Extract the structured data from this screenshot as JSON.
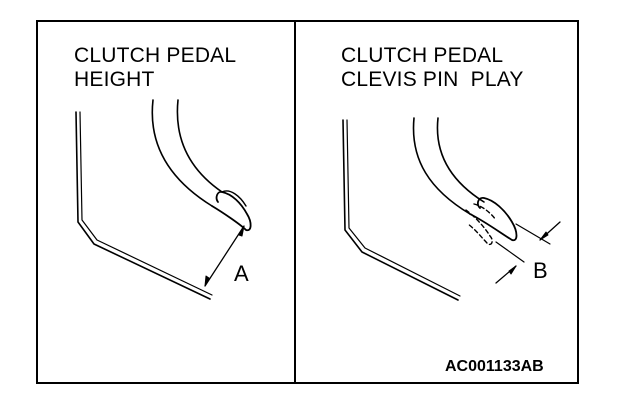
{
  "panels": {
    "left": {
      "title_line1": "CLUTCH PEDAL",
      "title_line2": "HEIGHT",
      "callout": "A"
    },
    "right": {
      "title_line1": "CLUTCH PEDAL",
      "title_line2": "CLEVIS PIN  PLAY",
      "callout": "B"
    }
  },
  "figure_code": "AC001133AB",
  "colors": {
    "line": "#000000",
    "background": "#ffffff"
  }
}
